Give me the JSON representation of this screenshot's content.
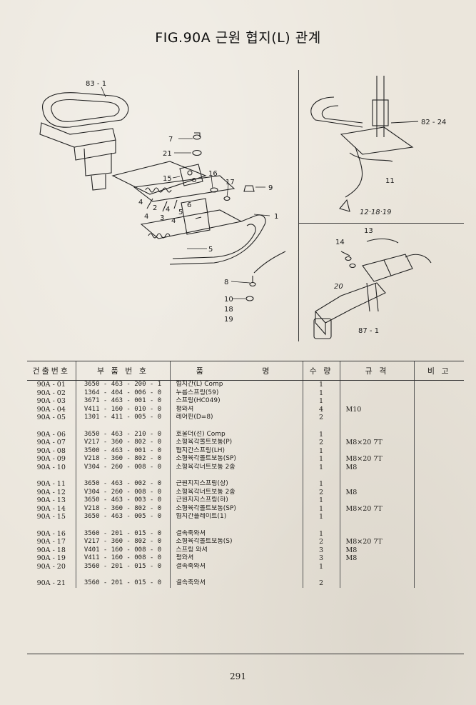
{
  "title": "FIG.90A 근원 협지(L) 관계",
  "callouts": {
    "c83_1": "83 - 1",
    "c7": "7",
    "c21": "21",
    "c15": "15",
    "c16": "16",
    "c17": "17",
    "c9": "9",
    "c1": "1",
    "c2": "2",
    "c3": "3",
    "c4a": "4",
    "c4b": "4",
    "c4c": "4",
    "c4d": "4",
    "c5a": "5",
    "c5b": "5",
    "c6": "6",
    "c8": "8",
    "c10": "10",
    "c18": "18",
    "c19": "19",
    "c82_24": "82 - 24",
    "c11": "11",
    "c12_18_19": "12·18·19",
    "c13": "13",
    "c14": "14",
    "c20": "20",
    "c87_1": "87 - 1"
  },
  "table": {
    "headers": [
      "건출번호",
      "부 품 번 호",
      "품",
      "명",
      "수 량",
      "규 격",
      "비 고"
    ],
    "rows": [
      {
        "no": "90A - 01",
        "pn": "3650 - 463 - 200 - 1",
        "name": "협지간(L) Comp",
        "qty": "1",
        "spec": ""
      },
      {
        "no": "90A - 02",
        "pn": "1364 - 404 - 006 - 0",
        "name": "누름스프링(59)",
        "qty": "1",
        "spec": ""
      },
      {
        "no": "90A - 03",
        "pn": "3671 - 463 - 001 - 0",
        "name": "스프링(HC049)",
        "qty": "1",
        "spec": ""
      },
      {
        "no": "90A - 04",
        "pn": "V411 - 160 - 010 - 0",
        "name": "평와셔",
        "qty": "4",
        "spec": "M10"
      },
      {
        "no": "90A - 05",
        "pn": "1301 - 411 - 005 - 0",
        "name": "레어핀(D=8)",
        "qty": "2",
        "spec": ""
      },
      {
        "gap": true
      },
      {
        "no": "90A - 06",
        "pn": "3650 - 463 - 210 - 0",
        "name": "호울더(선) Comp",
        "qty": "1",
        "spec": ""
      },
      {
        "no": "90A - 07",
        "pn": "V217 - 360 - 802 - 0",
        "name": "소형육각볼트보통(P)",
        "qty": "2",
        "spec": "M8×20 7T"
      },
      {
        "no": "90A - 08",
        "pn": "3500 - 463 - 001 - 0",
        "name": "협지간스프링(LH)",
        "qty": "1",
        "spec": ""
      },
      {
        "no": "90A - 09",
        "pn": "V218 - 360 - 802 - 0",
        "name": "소형육각볼트보통(SP)",
        "qty": "1",
        "spec": "M8×20 7T"
      },
      {
        "no": "90A - 10",
        "pn": "V304 - 260 - 008 - 0",
        "name": "소형육각너트보통 2종",
        "qty": "1",
        "spec": "M8"
      },
      {
        "gap": true
      },
      {
        "no": "90A - 11",
        "pn": "3650 - 463 - 002 - 0",
        "name": "근원지지스프링(상)",
        "qty": "1",
        "spec": ""
      },
      {
        "no": "90A - 12",
        "pn": "V304 - 260 - 008 - 0",
        "name": "소형육각너트보통 2종",
        "qty": "2",
        "spec": "M8"
      },
      {
        "no": "90A - 13",
        "pn": "3650 - 463 - 003 - 0",
        "name": "근원지지스프링(하)",
        "qty": "1",
        "spec": ""
      },
      {
        "no": "90A - 14",
        "pn": "V218 - 360 - 802 - 0",
        "name": "소형육각볼트보통(SP)",
        "qty": "1",
        "spec": "M8×20 7T"
      },
      {
        "no": "90A - 15",
        "pn": "3650 - 463 - 005 - 0",
        "name": "협지간플레이트(1)",
        "qty": "1",
        "spec": ""
      },
      {
        "gap": true
      },
      {
        "no": "90A - 16",
        "pn": "3560 - 201 - 015 - 0",
        "name": "결속축와셔",
        "qty": "1",
        "spec": ""
      },
      {
        "no": "90A - 17",
        "pn": "V217 - 360 - 802 - 0",
        "name": "소형육각볼트보통(S)",
        "qty": "2",
        "spec": "M8×20 7T"
      },
      {
        "no": "90A - 18",
        "pn": "V401 - 160 - 008 - 0",
        "name": "스프링 와셔",
        "qty": "3",
        "spec": "M8"
      },
      {
        "no": "90A - 19",
        "pn": "V411 - 160 - 008 - 0",
        "name": "평와셔",
        "qty": "3",
        "spec": "M8"
      },
      {
        "no": "90A - 20",
        "pn": "3560 - 201 - 015 - 0",
        "name": "결속축와셔",
        "qty": "1",
        "spec": ""
      },
      {
        "gap": true
      },
      {
        "no": "90A - 21",
        "pn": "3560 - 201 - 015 - 0",
        "name": "결속축와셔",
        "qty": "2",
        "spec": ""
      }
    ]
  },
  "page_number": "291"
}
